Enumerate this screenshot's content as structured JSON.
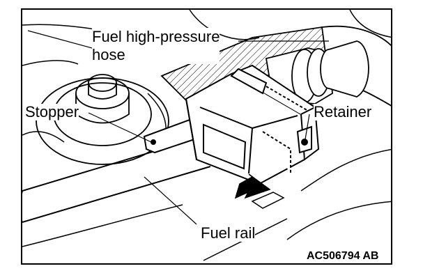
{
  "labels": {
    "hose": "Fuel high-pressure\nhose",
    "stopper": "Stopper",
    "retainer": "Retainer",
    "rail": "Fuel rail"
  },
  "figure_code": "AC506794 AB"
}
